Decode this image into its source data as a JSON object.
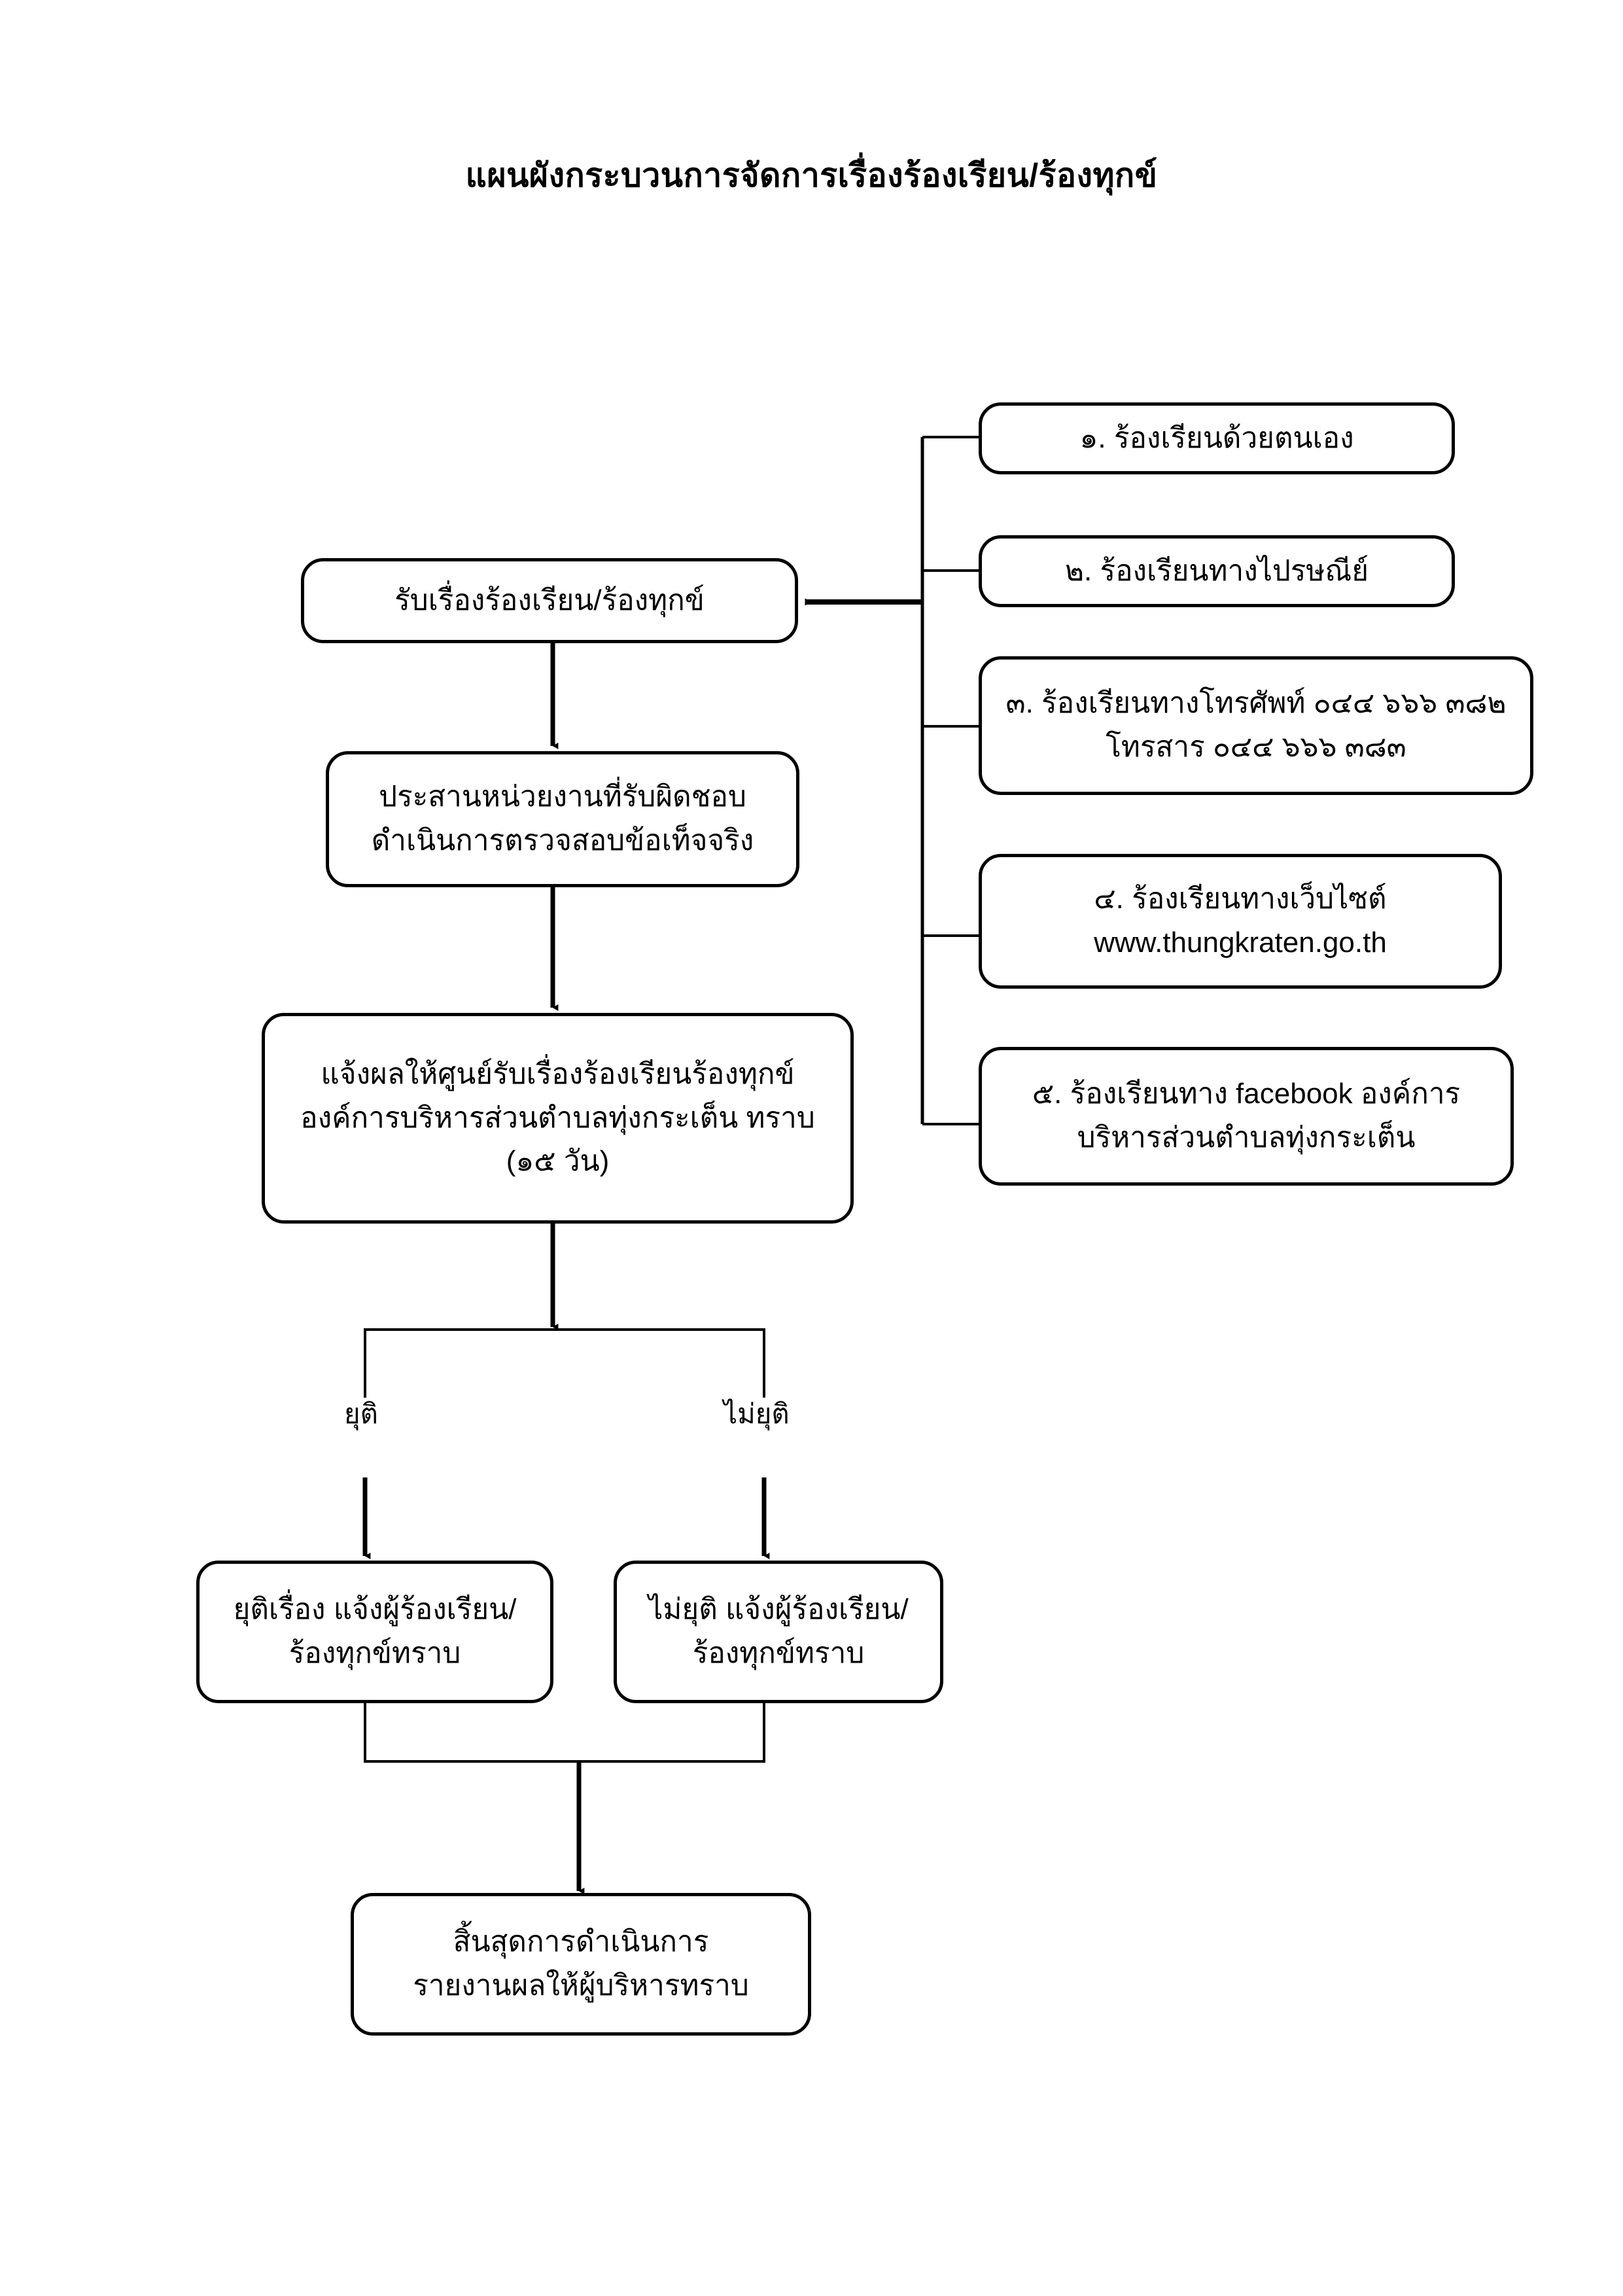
{
  "page": {
    "title": "แผนผังกระบวนการจัดการเรื่องร้องเรียน/ร้องทุกข์",
    "background_color": "#ffffff",
    "line_color": "#000000"
  },
  "flow": {
    "main_nodes": [
      {
        "id": "receive",
        "lines": [
          "รับเรื่องร้องเรียน/ร้องทุกข์"
        ]
      },
      {
        "id": "coordinate",
        "lines": [
          "ประสานหน่วยงานที่รับผิดชอบ",
          "ดำเนินการตรวจสอบข้อเท็จจริง"
        ]
      },
      {
        "id": "report",
        "lines": [
          "แจ้งผลให้ศูนย์รับเรื่องร้องเรียนร้องทุกข์",
          "องค์การบริหารส่วนตำบลทุ่งกระเต็น ทราบ",
          "(๑๕ วัน)"
        ]
      },
      {
        "id": "resolved",
        "lines": [
          "ยุติเรื่อง แจ้งผู้ร้องเรียน/",
          "ร้องทุกข์ทราบ"
        ]
      },
      {
        "id": "unresolved",
        "lines": [
          "ไม่ยุติ แจ้งผู้ร้องเรียน/",
          "ร้องทุกข์ทราบ"
        ]
      },
      {
        "id": "end",
        "lines": [
          "สิ้นสุดการดำเนินการ",
          "รายงานผลให้ผู้บริหารทราบ"
        ]
      }
    ],
    "branch_labels": [
      {
        "id": "branch-resolved",
        "text": "ยุติ"
      },
      {
        "id": "branch-unresolved",
        "text": "ไม่ยุติ"
      }
    ],
    "channel_nodes": [
      {
        "id": "channel-1",
        "lines": [
          "๑. ร้องเรียนด้วยตนเอง"
        ]
      },
      {
        "id": "channel-2",
        "lines": [
          "๒. ร้องเรียนทางไปรษณีย์"
        ]
      },
      {
        "id": "channel-3",
        "lines": [
          "๓. ร้องเรียนทางโทรศัพท์ ๐๔๔ ๖๖๖ ๓๘๒",
          "โทรสาร ๐๔๔ ๖๖๖ ๓๘๓"
        ]
      },
      {
        "id": "channel-4",
        "lines": [
          "๔. ร้องเรียนทางเว็บไซต์",
          "www.thungkraten.go.th"
        ]
      },
      {
        "id": "channel-5",
        "lines": [
          "๕. ร้องเรียนทาง facebook องค์การ",
          "บริหารส่วนตำบลทุ่งกระเต็น"
        ]
      }
    ]
  }
}
